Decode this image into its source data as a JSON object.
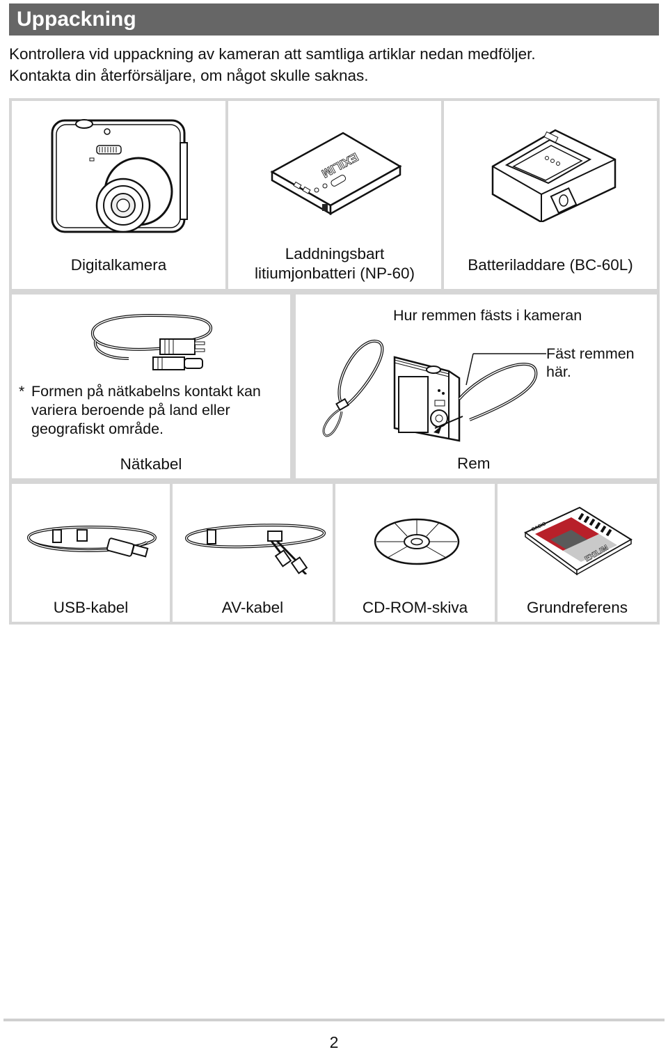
{
  "header": {
    "title": "Uppackning"
  },
  "intro": {
    "line1": "Kontrollera vid uppackning av kameran att samtliga artiklar nedan medföljer.",
    "line2": "Kontakta din återförsäljare, om något skulle saknas."
  },
  "items": {
    "camera": {
      "label": "Digitalkamera"
    },
    "battery": {
      "line1": "Laddningsbart",
      "line2": "litiumjonbatteri (NP-60)",
      "brand": "EXILIM"
    },
    "charger": {
      "label": "Batteriladdare (BC-60L)"
    },
    "power_cord": {
      "label": "Nätkabel",
      "note_mark": "*",
      "note_line1": "Formen på nätkabelns kontakt kan",
      "note_line2": "variera beroende på land eller",
      "note_line3": "geografiskt område."
    },
    "strap": {
      "label": "Rem",
      "heading": "Hur remmen fästs i kameran",
      "callout_line1": "Fäst remmen",
      "callout_line2": "här."
    },
    "usb_cable": {
      "label": "USB-kabel"
    },
    "av_cable": {
      "label": "AV-kabel"
    },
    "cdrom": {
      "label": "CD-ROM-skiva"
    },
    "reference": {
      "label": "Grundreferens",
      "brand": "EXILIM",
      "maker": "CASIO"
    }
  },
  "footer": {
    "page_number": "2"
  }
}
